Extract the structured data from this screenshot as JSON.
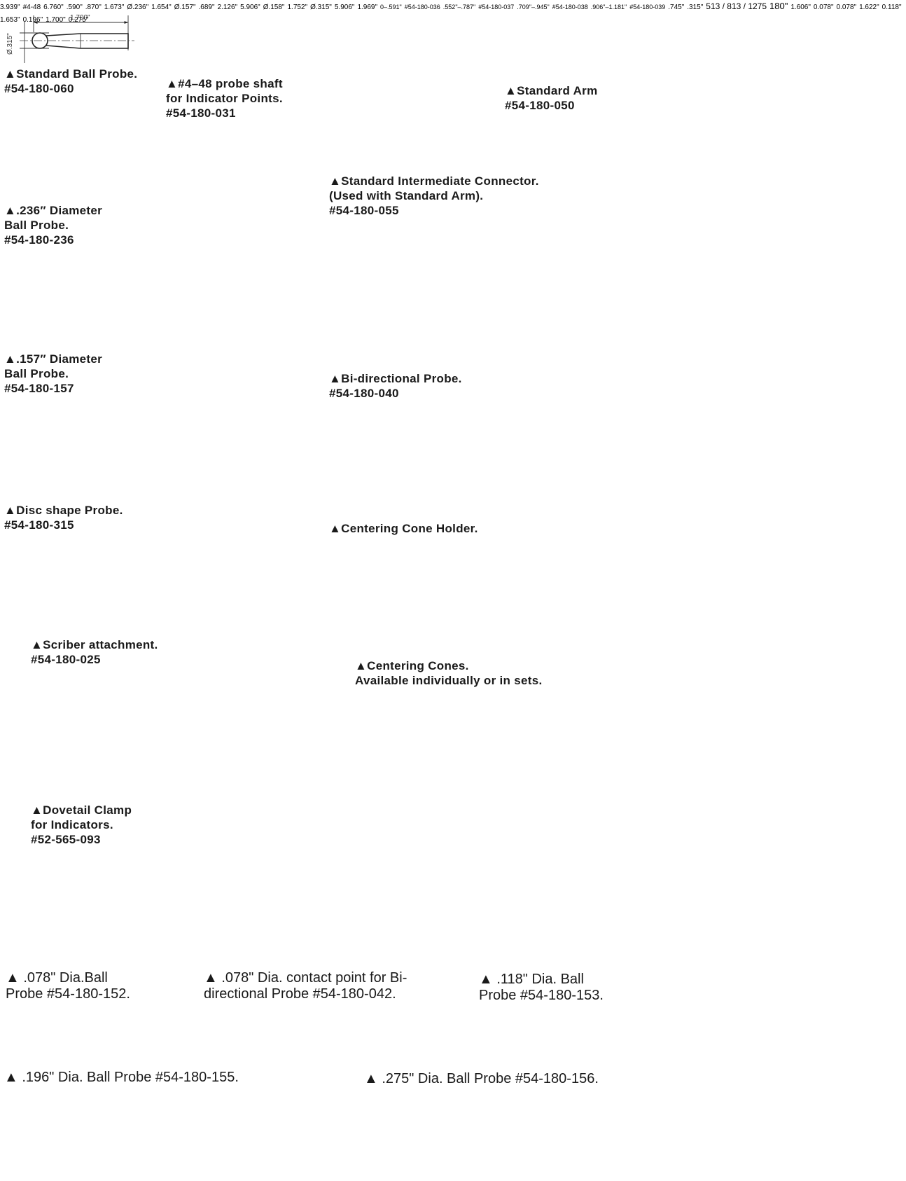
{
  "items": {
    "std_ball": {
      "dia": "Ø.315\"",
      "len": "1.700\"",
      "l1": "▲Standard Ball Probe.",
      "l2": "#54-180-060"
    },
    "shaft": {
      "thread": "#4-48",
      "len": "3.939\"",
      "l1": "▲#4–48 probe shaft",
      "l2": "for Indicator Points.",
      "l3": "#54-180-031"
    },
    "arm": {
      "h": ".590\"",
      "len": "6.760\"",
      "l1": "▲Standard Arm",
      "l2": "#54-180-050"
    },
    "connector": {
      "h": ".870\"",
      "l1": "▲Standard Intermediate Connector.",
      "l2": "(Used with Standard Arm).",
      "l3": "#54-180-055"
    },
    "ball236": {
      "dia": "Ø.236\"",
      "len": "1.673\"",
      "l1": "▲.236″ Diameter",
      "l2": "Ball Probe.",
      "l3": "#54-180-236"
    },
    "ball157": {
      "dia": "Ø.157\"",
      "len": "1.654\"",
      "l1": "▲.157″ Diameter",
      "l2": "Ball Probe.",
      "l3": "#54-180-157"
    },
    "bidir": {
      "dia": "Ø.158\"",
      "d1": ".689\"",
      "d2": "2.126\"",
      "d3": "5.906\"",
      "l1": "▲Bi-directional Probe.",
      "l2": "#54-180-040"
    },
    "disc": {
      "dia": "Ø.315\"",
      "len": "1.752\"",
      "l1": "▲Disc shape Probe.",
      "l2": "#54-180-315"
    },
    "cone_holder": {
      "len": "5.906\"",
      "l1": "▲Centering Cone Holder."
    },
    "scriber": {
      "len": "1.969\"",
      "l1": "▲Scriber attachment.",
      "l2": "#54-180-025"
    },
    "cones": {
      "items": [
        {
          "range": "0–.591\"",
          "part": "#54-180-036"
        },
        {
          "range": ".552\"–.787\"",
          "part": "#54-180-037"
        },
        {
          "range": ".709\"–.945\"",
          "part": "#54-180-038"
        },
        {
          "range": ".906\"–1.181\"",
          "part": "#54-180-039"
        }
      ],
      "l1": "▲Centering Cones.",
      "l2": "Available individually or in sets."
    },
    "dovetail": {
      "len": ".745\"",
      "h": ".315\"",
      "l1": "▲Dovetail Clamp",
      "l2": "for Indicators.",
      "l3": "#52-565-093"
    },
    "gauge": {
      "height": "513 / 813 / 1275",
      "base": "180\""
    },
    "p152": {
      "dia": "0.078\"",
      "len": "1.606\"",
      "l1": "▲ .078\" Dia.Ball",
      "l2": "Probe #54-180-152."
    },
    "p042": {
      "dia": "0.078\"",
      "l1": "▲ .078\" Dia. contact point for Bi-",
      "l2": "directional Probe #54-180-042."
    },
    "p153": {
      "dia": "0.118\"",
      "len": "1.622\"",
      "l1": "▲ .118\" Dia. Ball",
      "l2": "Probe #54-180-153."
    },
    "p155": {
      "dia": "0.196\"",
      "len": "1.653\"",
      "l1": "▲ .196\" Dia. Ball Probe #54-180-155."
    },
    "p156": {
      "dia": "0.275\"",
      "len": "1.700\"",
      "l1": "▲ .275\" Dia. Ball Probe #54-180-156."
    }
  }
}
